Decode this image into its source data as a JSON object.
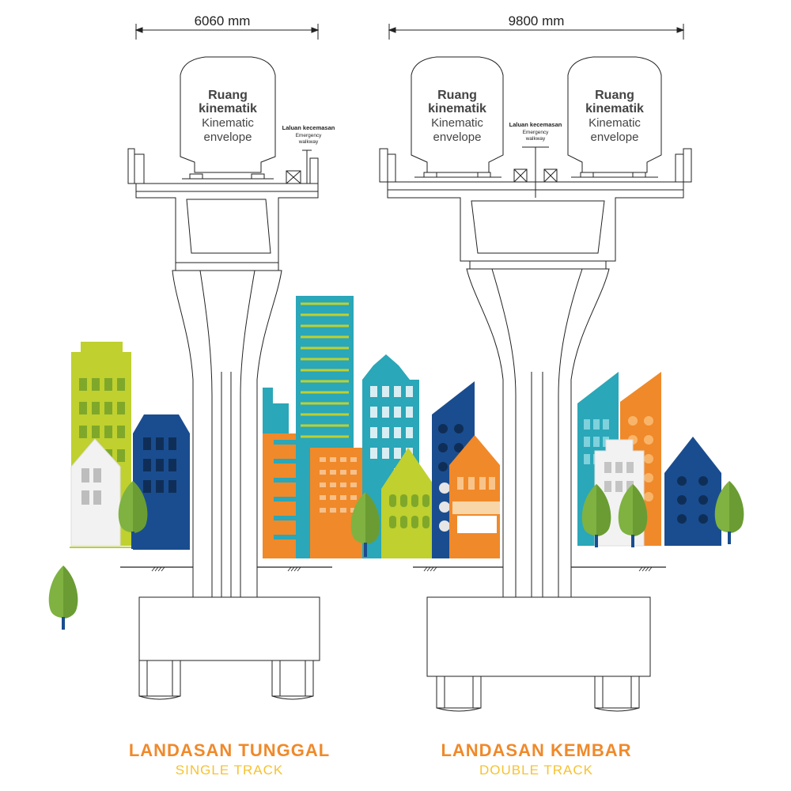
{
  "single": {
    "width_label": "6060 mm",
    "envelope": {
      "line1": "Ruang",
      "line2": "kinematik",
      "line3": "Kinematic",
      "line4": "envelope"
    },
    "walkway": {
      "line1": "Laluan kecemasan",
      "line2": "Emergency",
      "line3": "walkway"
    },
    "caption_main": "LANDASAN TUNGGAL",
    "caption_sub": "SINGLE TRACK"
  },
  "double": {
    "width_label": "9800 mm",
    "envelope_left": {
      "line1": "Ruang",
      "line2": "kinematik",
      "line3": "Kinematic",
      "line4": "envelope"
    },
    "envelope_right": {
      "line1": "Ruang",
      "line2": "kinematik",
      "line3": "Kinematic",
      "line4": "envelope"
    },
    "walkway": {
      "line1": "Laluan kecemasan",
      "line2": "Emergency",
      "line3": "walkway"
    },
    "caption_main": "LANDASAN KEMBAR",
    "caption_sub": "DOUBLE TRACK"
  },
  "colors": {
    "lime": "#bfd02f",
    "navy": "#1a4d8f",
    "teal": "#2aa7b8",
    "orange": "#f0892a",
    "tree": "#7fb241",
    "caption_orange": "#f0892a",
    "caption_yellow": "#f6c233"
  }
}
